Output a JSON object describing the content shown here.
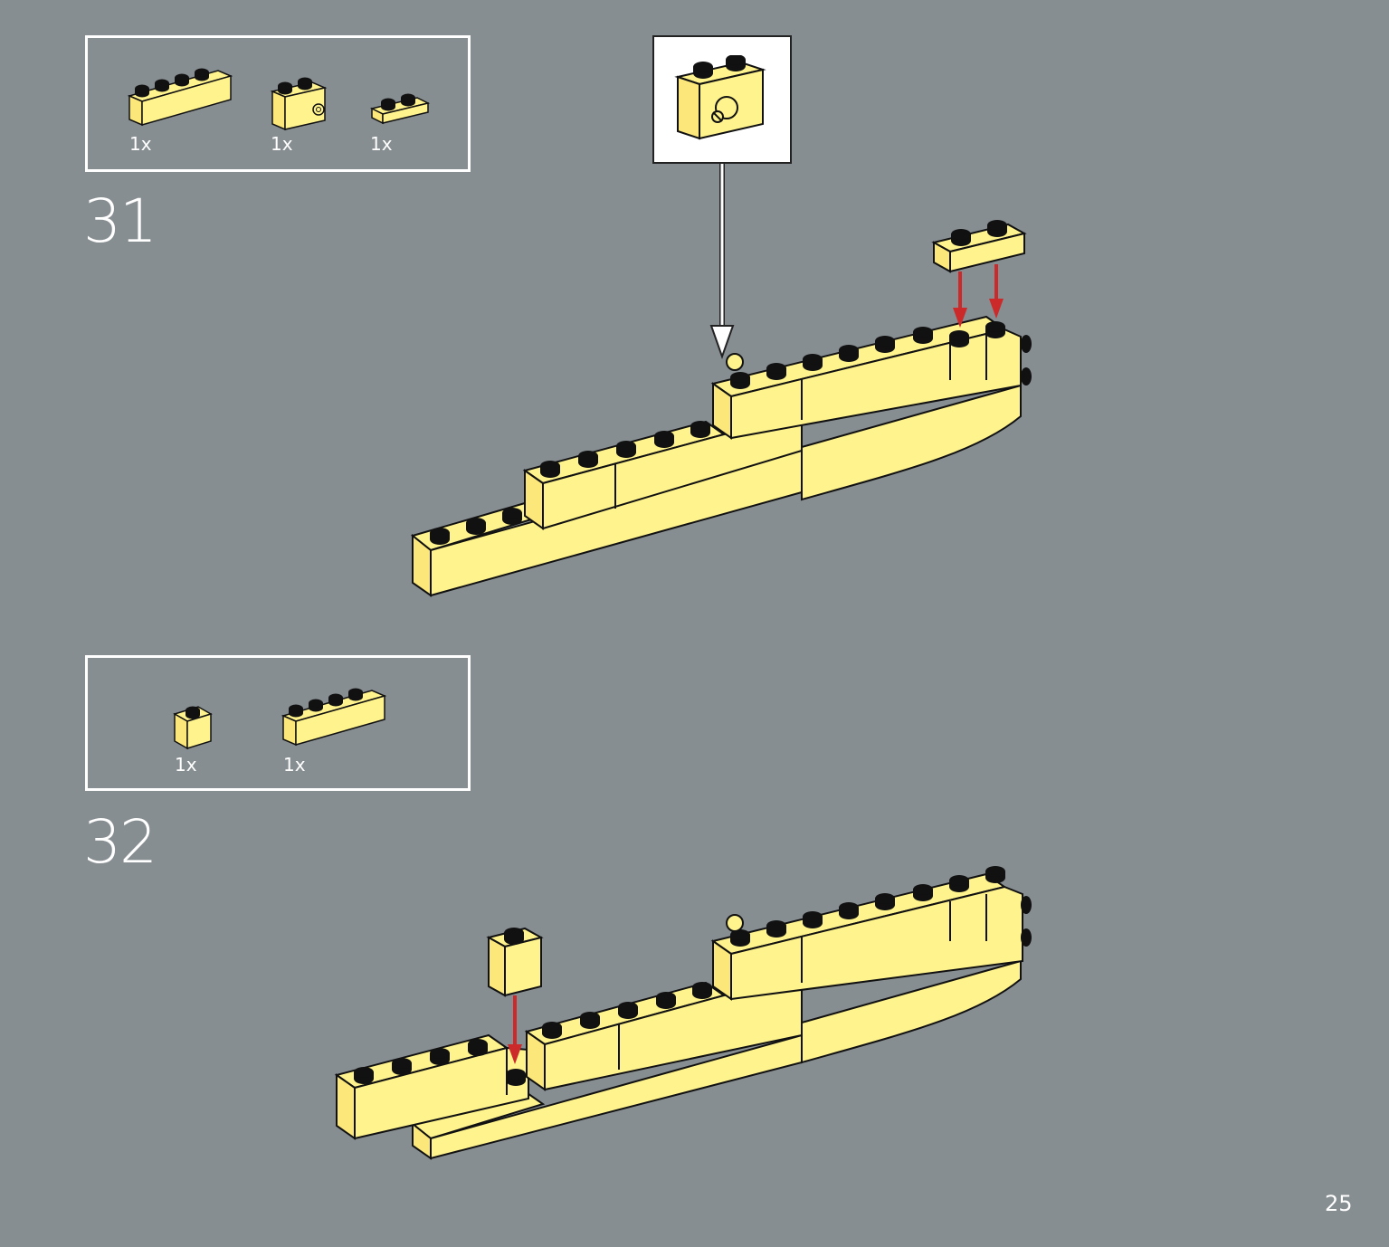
{
  "page_number": "25",
  "colors": {
    "background": "#878e92",
    "brick_yellow": "#fff38d",
    "brick_outline": "#111111",
    "arrow_red": "#cc2a2a",
    "panel_border": "#ffffff"
  },
  "steps": [
    {
      "number": "31",
      "parts": [
        {
          "qty": "1x",
          "icon": "brick-1x4-icon"
        },
        {
          "qty": "1x",
          "icon": "brick-1x2-with-pin-icon"
        },
        {
          "qty": "1x",
          "icon": "plate-1x2-icon"
        }
      ],
      "callout_icon": "brick-1x2-with-pin-icon"
    },
    {
      "number": "32",
      "parts": [
        {
          "qty": "1x",
          "icon": "brick-1x1-icon"
        },
        {
          "qty": "1x",
          "icon": "brick-1x4-icon"
        }
      ]
    }
  ]
}
